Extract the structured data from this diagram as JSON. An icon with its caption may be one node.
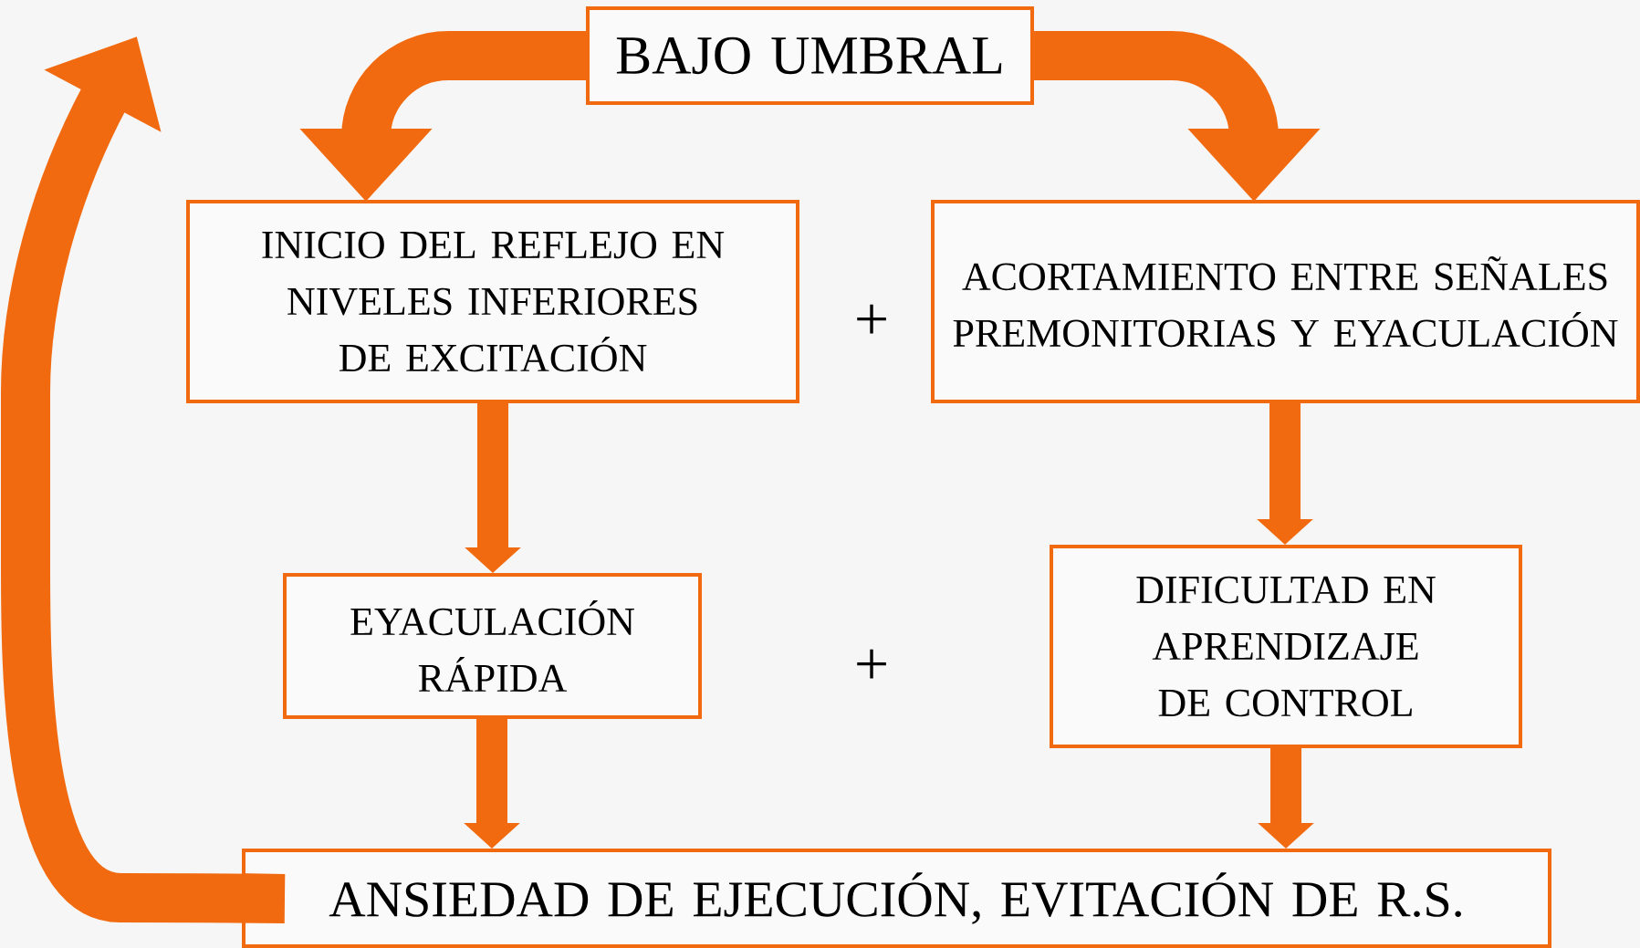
{
  "diagram": {
    "nodes": [
      {
        "text": [
          "BAJO UMBRAL"
        ]
      },
      {
        "text": [
          "INICIO DEL REFLEJO EN NIVELES INFERIORES DE EXCITACIÓN"
        ]
      },
      {
        "text": [
          "ACORTAMIENTO ENTRE SEÑALES PREMONITORIAS Y EYACULACIÓN"
        ]
      },
      {
        "text": [
          "EYACULACIÓN RÁPIDA"
        ]
      },
      {
        "text": [
          "DIFICULTAD EN APRENDIZAJE DE CONTROL"
        ]
      },
      {
        "text": [
          "ANSIEDAD DE EJECUCIÓN, EVITACIÓN DE R.S."
        ]
      }
    ],
    "edges": [
      {
        "from": 0,
        "to": 1,
        "arrow": "to"
      },
      {
        "from": 0,
        "to": 2,
        "arrow": "to"
      },
      {
        "from": 1,
        "to": 3,
        "arrow": "to"
      },
      {
        "from": 2,
        "to": 4,
        "arrow": "to"
      },
      {
        "from": 3,
        "to": 5,
        "arrow": "to"
      },
      {
        "from": 4,
        "to": 5,
        "arrow": "to"
      },
      {
        "from": 5,
        "to": null,
        "arrow": "to"
      }
    ],
    "labels": [
      "+",
      "+"
    ]
  }
}
